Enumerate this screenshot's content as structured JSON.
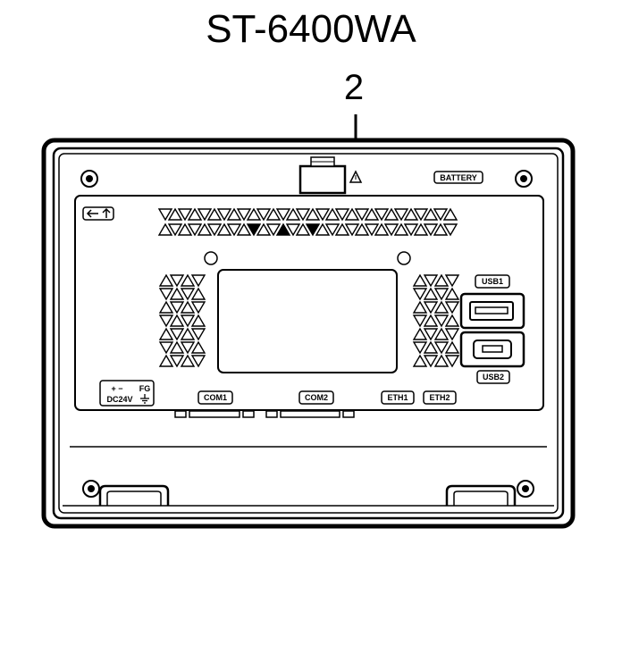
{
  "model": "ST-6400WA",
  "callout": "2",
  "labels": {
    "battery": "BATTERY",
    "usb1": "USB1",
    "usb2": "USB2",
    "com1": "COM1",
    "com2": "COM2",
    "eth1": "ETH1",
    "eth2": "ETH2",
    "power_polarity": "+ −",
    "fg": "FG",
    "dc24v": "DC24V"
  },
  "icons": {
    "callout_marker": "warning-triangle-icon",
    "top_left": "arrow-up-icon",
    "ground": "ground-icon"
  }
}
